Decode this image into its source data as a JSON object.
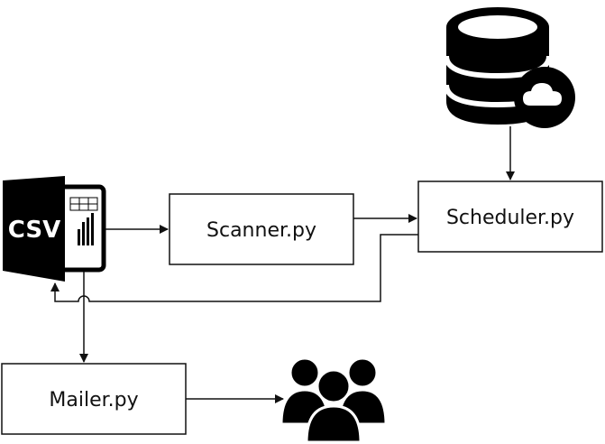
{
  "nodes": {
    "csv": {
      "label": "CSV",
      "icon": "csv-file-icon"
    },
    "scanner": {
      "label": "Scanner.py"
    },
    "scheduler": {
      "label": "Scheduler.py"
    },
    "mailer": {
      "label": "Mailer.py"
    },
    "database": {
      "icon": "database-cloud-icon"
    },
    "users": {
      "icon": "users-group-icon"
    }
  },
  "colors": {
    "stroke": "#111111",
    "fill": "#ffffff",
    "icon": "#000000"
  }
}
